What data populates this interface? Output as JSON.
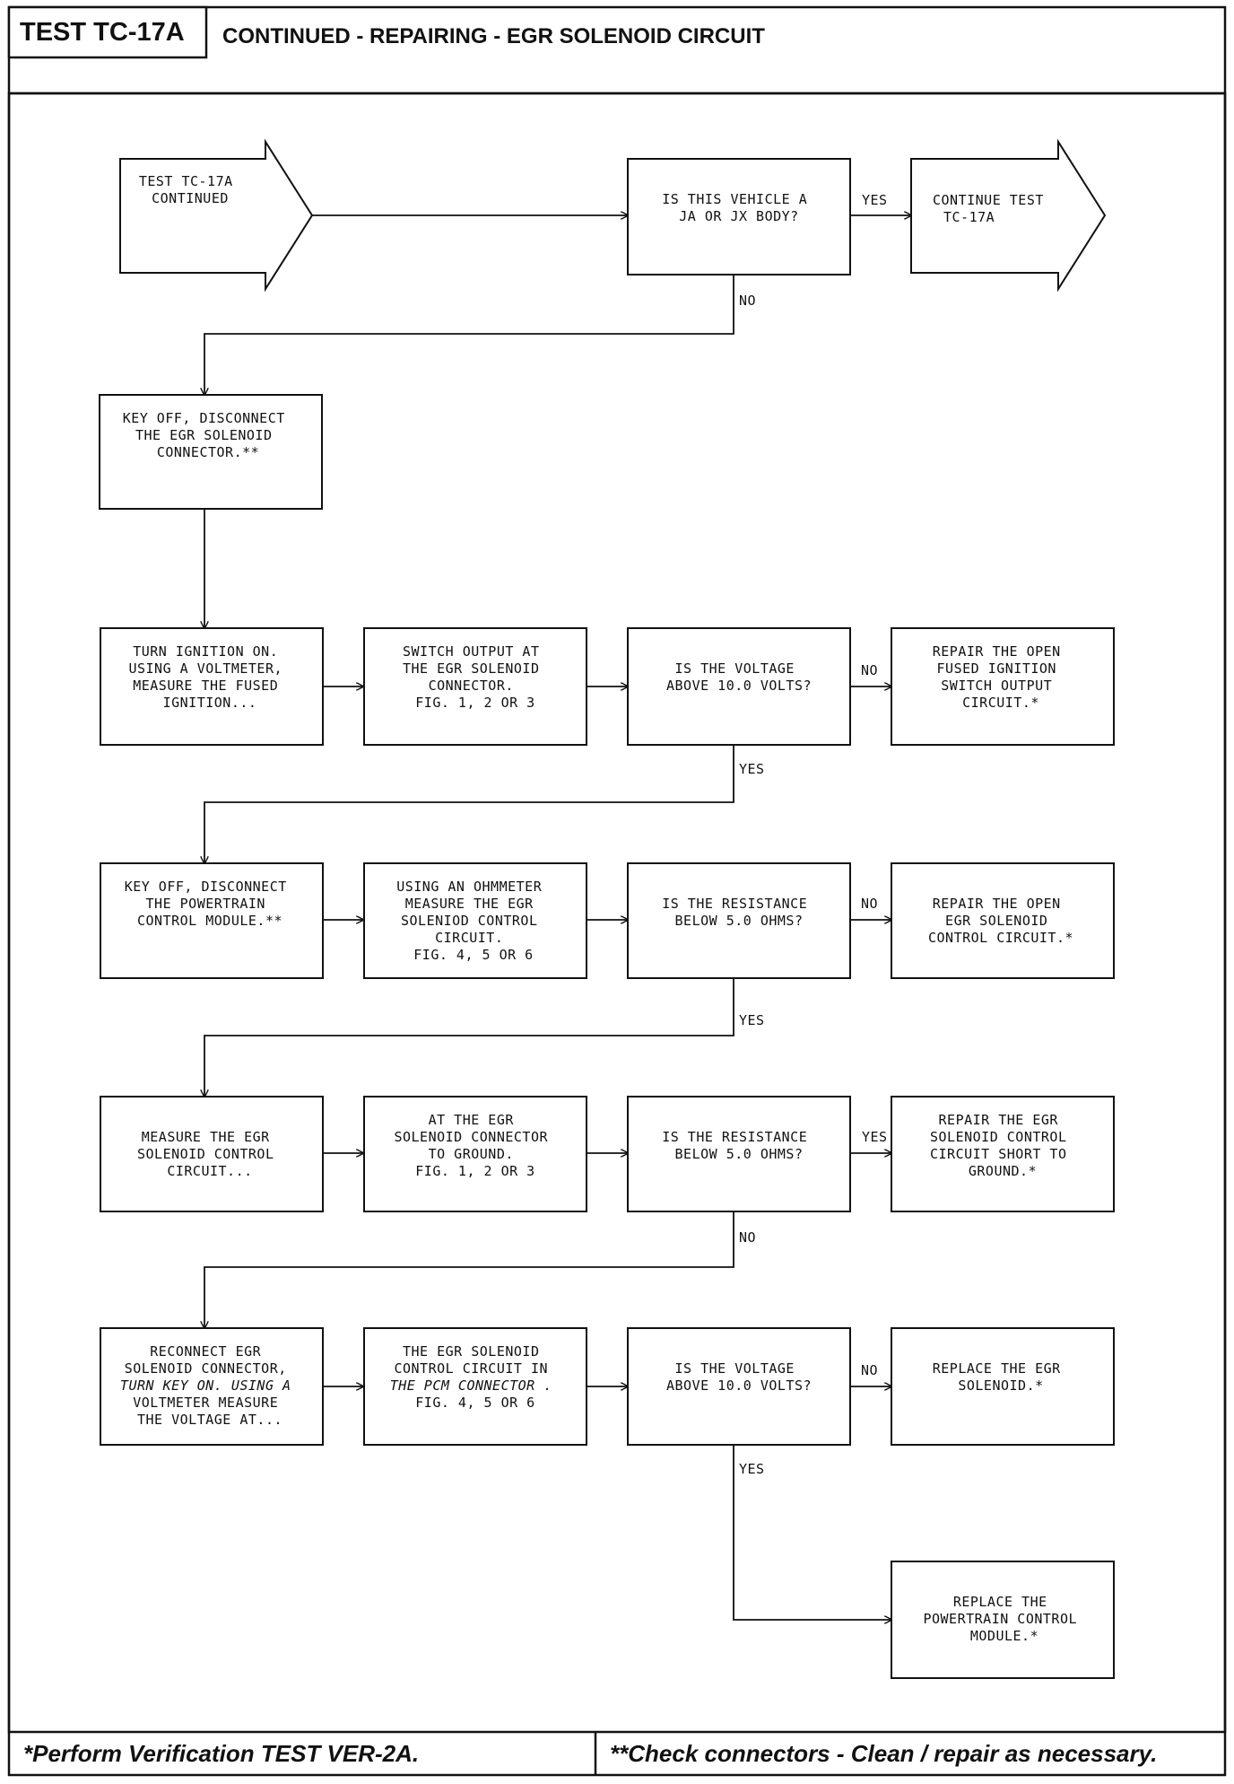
{
  "header": {
    "test_id": "TEST TC-17A",
    "title": "CONTINUED - REPAIRING - EGR SOLENOID CIRCUIT"
  },
  "footer": {
    "left_note": "*Perform Verification TEST VER-2A.",
    "right_note": "**Check connectors - Clean / repair as necessary."
  },
  "nodes": {
    "start": {
      "lines": [
        "TEST TC-17A",
        "CONTINUED"
      ]
    },
    "q_body": {
      "lines": [
        "IS THIS VEHICLE A",
        "JA OR JX BODY?"
      ]
    },
    "continue": {
      "lines": [
        "CONTINUE TEST",
        "TC-17A"
      ]
    },
    "disc_egr": {
      "lines": [
        "KEY OFF, DISCONNECT",
        "THE EGR SOLENOID",
        "CONNECTOR.**"
      ]
    },
    "turn_ign": {
      "lines": [
        "TURN IGNITION ON.",
        "USING A VOLTMETER,",
        "MEASURE THE FUSED",
        "IGNITION..."
      ]
    },
    "switch_out": {
      "lines": [
        "SWITCH OUTPUT AT",
        "THE EGR SOLENOID",
        "CONNECTOR.",
        "",
        "FIG. 1, 2 OR 3"
      ]
    },
    "q_volt1": {
      "lines": [
        "IS THE VOLTAGE",
        "ABOVE 10.0 VOLTS?"
      ]
    },
    "repair_fused": {
      "lines": [
        "REPAIR THE OPEN",
        "FUSED IGNITION",
        "SWITCH OUTPUT",
        "CIRCUIT.*"
      ]
    },
    "disc_pcm": {
      "lines": [
        "KEY OFF, DISCONNECT",
        "THE POWERTRAIN",
        "CONTROL MODULE.**"
      ]
    },
    "ohm_measure": {
      "lines": [
        "USING AN OHMMETER",
        "MEASURE THE EGR",
        "SOLENIOD CONTROL",
        "CIRCUIT.",
        "FIG. 4, 5 OR 6"
      ]
    },
    "q_res1": {
      "lines": [
        "IS THE RESISTANCE",
        "BELOW 5.0 OHMS?"
      ]
    },
    "repair_open_egr": {
      "lines": [
        "REPAIR THE OPEN",
        "EGR SOLENOID",
        "CONTROL CIRCUIT.*"
      ]
    },
    "measure_ctrl": {
      "lines": [
        "MEASURE THE EGR",
        "SOLENOID CONTROL",
        "CIRCUIT..."
      ]
    },
    "at_egr_gnd": {
      "lines": [
        "AT THE EGR",
        "SOLENOID CONNECTOR",
        "TO GROUND.",
        "",
        "FIG. 1, 2 OR 3"
      ]
    },
    "q_res2": {
      "lines": [
        "IS THE RESISTANCE",
        "BELOW 5.0 OHMS?"
      ]
    },
    "repair_short": {
      "lines": [
        "REPAIR THE EGR",
        "SOLENOID CONTROL",
        "CIRCUIT SHORT TO",
        "GROUND.*"
      ]
    },
    "reconnect": {
      "lines": [
        "RECONNECT EGR",
        "SOLENOID CONNECTOR,",
        "TURN KEY ON. USING A",
        "VOLTMETER MEASURE",
        "THE VOLTAGE AT..."
      ]
    },
    "egr_pcm": {
      "lines": [
        "THE EGR SOLENOID",
        "CONTROL CIRCUIT IN",
        "THE PCM CONNECTOR .",
        "",
        "FIG. 4, 5 OR 6"
      ]
    },
    "q_volt2": {
      "lines": [
        "IS THE VOLTAGE",
        "ABOVE 10.0 VOLTS?"
      ]
    },
    "replace_egr": {
      "lines": [
        "REPLACE THE EGR",
        "SOLENOID.*"
      ]
    },
    "replace_pcm": {
      "lines": [
        "REPLACE THE",
        "POWERTRAIN CONTROL",
        "MODULE.*"
      ]
    }
  },
  "edge_labels": {
    "body_yes": "YES",
    "body_no": "NO",
    "volt1_no": "NO",
    "volt1_yes": "YES",
    "res1_no": "NO",
    "res1_yes": "YES",
    "res2_yes": "YES",
    "res2_no": "NO",
    "volt2_no": "NO",
    "volt2_yes": "YES"
  }
}
